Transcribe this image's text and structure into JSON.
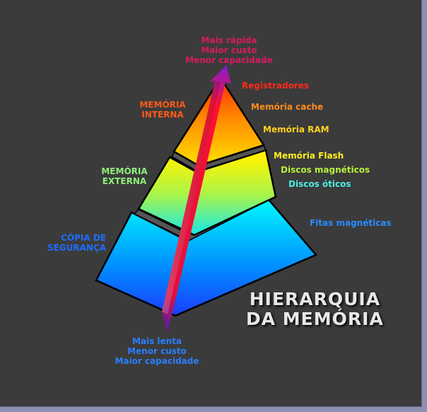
{
  "top_label": [
    "Mais rápida",
    "Maior custo",
    "Menor capacidade"
  ],
  "bottom_label": [
    "Mais lenta",
    "Menor custo",
    "Maior capacidade"
  ],
  "sections": {
    "interna": [
      "MEMÓRIA",
      "INTERNA"
    ],
    "externa": [
      "MEMÓRIA",
      "EXTERNA"
    ],
    "seguranca": [
      "CÓPIA DE",
      "SEGURANÇA"
    ]
  },
  "levels": [
    "Registradores",
    "Memória cache",
    "Memória RAM",
    "Memória Flash",
    "Discos magnéticos",
    "Discos óticos",
    "Fitas magnéticas"
  ],
  "title": [
    "HIERARQUIA",
    "DA MEMÓRIA"
  ],
  "colors": {
    "top_label": "#d81b60",
    "bottom_label": "#2a7fff",
    "interna": "#ff5a1a",
    "externa": "#8ff07a",
    "seguranca": "#1e6dff",
    "registradores": "#ff2a1a",
    "cache": "#ff8c1a",
    "ram": "#ffd21a",
    "flash": "#ffee22",
    "discos_mag": "#b6f23a",
    "discos_ot": "#4af0e0",
    "fitas": "#2a8cff"
  }
}
